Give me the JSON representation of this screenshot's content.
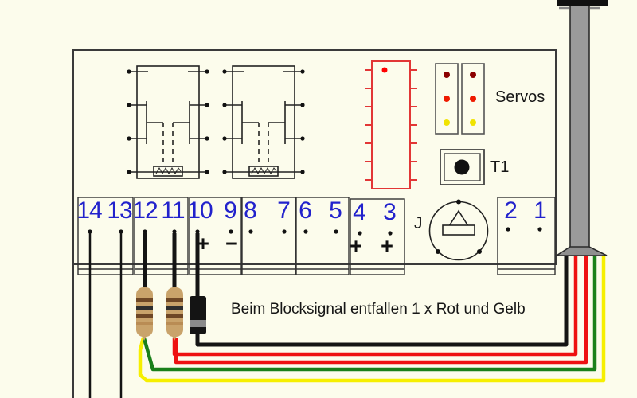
{
  "diagram": {
    "caption": "Beim Blocksignal entfallen 1 x Rot und Gelb",
    "labels": {
      "servos": "Servos",
      "t1": "T1",
      "j": "J"
    }
  },
  "terminals": {
    "items": [
      {
        "label": "14"
      },
      {
        "label": "13"
      },
      {
        "label": "12"
      },
      {
        "label": "11"
      },
      {
        "label": "10"
      },
      {
        "label": "9"
      },
      {
        "label": "8"
      },
      {
        "label": "7"
      },
      {
        "label": "6"
      },
      {
        "label": "5"
      },
      {
        "label": "4"
      },
      {
        "label": "3"
      },
      {
        "label": "2"
      },
      {
        "label": "1"
      }
    ],
    "polarity_marks": {
      "t10": "+",
      "t9": "−",
      "t4": "+",
      "t3": "+"
    }
  },
  "colors": {
    "background": "#fcfcec",
    "outline": "#3a3a3a",
    "terminal_number_blue": "#2222cc",
    "ic_red": "#e23636",
    "ic_pin1_dot": "#ff0000",
    "servo_pin_dark_red": "#8b0000",
    "servo_pin_red": "#ee1a00",
    "servo_pin_yellow": "#f0e300",
    "wire_black": "#141414",
    "wire_red": "#ee1111",
    "wire_green": "#1a801a",
    "wire_yellow": "#f6ef00",
    "mast_gray": "#9a9a9a"
  }
}
